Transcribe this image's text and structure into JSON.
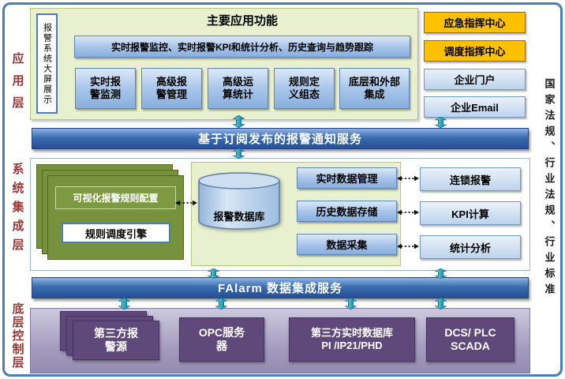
{
  "layers": {
    "application": "应用层",
    "integration": "系统集成层",
    "control": "底层控制层",
    "regulation": "国家法规、行业法规、行业标准"
  },
  "application_layer": {
    "screen_display": "报警系统大屏展示",
    "title": "主要应用功能",
    "overview": "实时报警监控、实时报警KPI和统计分析、历史查询与趋势跟踪",
    "functions": [
      "实时报\n警监测",
      "高级报\n警管理",
      "高级运\n算统计",
      "规则定\n义组态",
      "底层和外部\n集成"
    ],
    "portals": [
      "应急指挥中心",
      "调度指挥中心",
      "企业门户",
      "企业Email"
    ]
  },
  "notification_service_bar": "基于订阅发布的报警通知服务",
  "integration_layer": {
    "rule_config": "可视化报警规则配置",
    "rule_engine": "规则调度引擎",
    "alarm_database": "报警数据库",
    "data_services": [
      "实时数据管理",
      "历史数据存储",
      "数据采集"
    ],
    "analysis_services": [
      "连锁报警",
      "KPI计算",
      "统计分析"
    ]
  },
  "data_integration_bar": "FAlarm 数据集成服务",
  "control_layer": {
    "sources": [
      "第三方报\n警源",
      "OPC服务\n器",
      "第三方实时数据库\nPI /IP21/PHD",
      "DCS/ PLC\nSCADA"
    ]
  },
  "colors": {
    "frame_blue": "#4a7ebb",
    "bar_blue": "#3a6cb0",
    "box_blue": "#8cb2e0",
    "panel_green": "#e9f0cf",
    "olive_green": "#77923d",
    "yellow": "#ffc000",
    "purple": "#5f497a",
    "teal_arrow": "#2fa8c4",
    "layer_label_red": "#953735"
  }
}
